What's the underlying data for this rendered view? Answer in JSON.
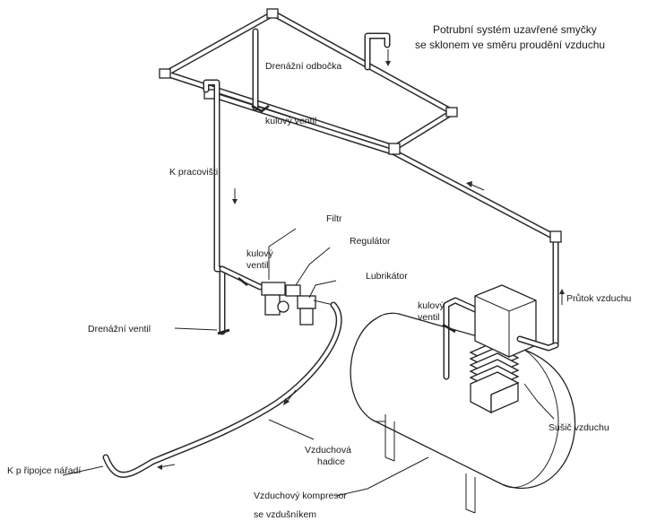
{
  "title": {
    "line1": "Potrubní systém uzavřené smyčky",
    "line2": "se sklonem ve směru proudění vzduchu"
  },
  "labels": {
    "drain_branch": "Drenážní odbočka",
    "ball_valve_top": "kulový ventil",
    "to_workplace": "K pracovišti",
    "filter": "Filtr",
    "regulator": "Regulátor",
    "lubricator": "Lubrikátor",
    "ball_valve_mid_1": "kulový",
    "ball_valve_mid_2": "ventil",
    "drain_valve": "Drenážní ventil",
    "ball_valve_right_1": "kulový",
    "ball_valve_right_2": "ventil",
    "airflow": "Průtok vzduchu",
    "air_dryer": "Sušič vzduchu",
    "air_hose_1": "Vzduchová",
    "air_hose_2": "hadice",
    "tool_connection": "K p řipojce nářadí",
    "compressor_1": "Vzduchový kompresor",
    "compressor_2": "se vzdušníkem"
  },
  "icons": [
    "flow-arrow-icon",
    "ball-valve-icon",
    "filter-icon",
    "regulator-icon",
    "lubricator-icon"
  ],
  "colors": {
    "line": "#2b2b2b",
    "background": "#ffffff"
  }
}
